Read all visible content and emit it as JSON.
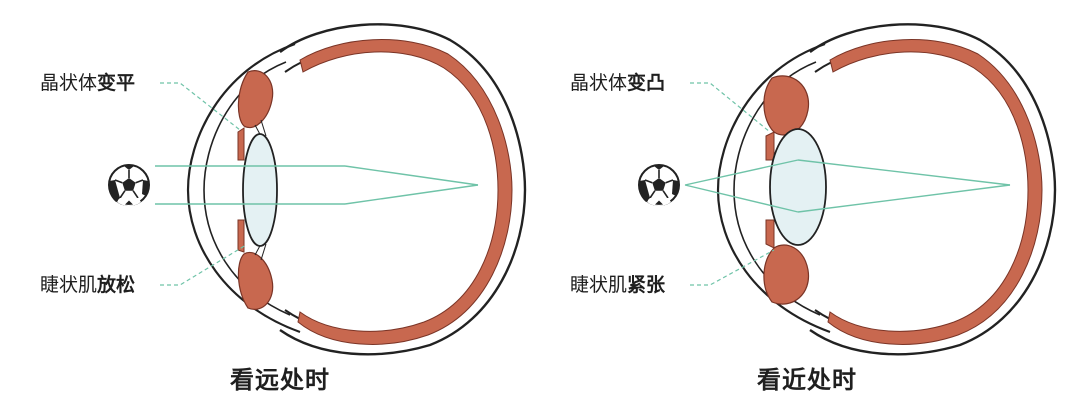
{
  "colors": {
    "muscle": "#c8684f",
    "muscle_dark": "#7a3426",
    "lens_fill": "#e4f1f3",
    "ray": "#6fc3a8",
    "leader": "#6fc3a8",
    "outline": "#222222",
    "text": "#1f1f1f"
  },
  "panels": [
    {
      "lens_label_prefix": "晶状体",
      "lens_label_state": "变平",
      "muscle_label_prefix": "睫状肌",
      "muscle_label_state": "放松",
      "caption": "看远处时",
      "icon": "soccer-ball-icon"
    },
    {
      "lens_label_prefix": "晶状体",
      "lens_label_state": "变凸",
      "muscle_label_prefix": "睫状肌",
      "muscle_label_state": "紧张",
      "caption": "看近处时",
      "icon": "soccer-ball-icon"
    }
  ]
}
